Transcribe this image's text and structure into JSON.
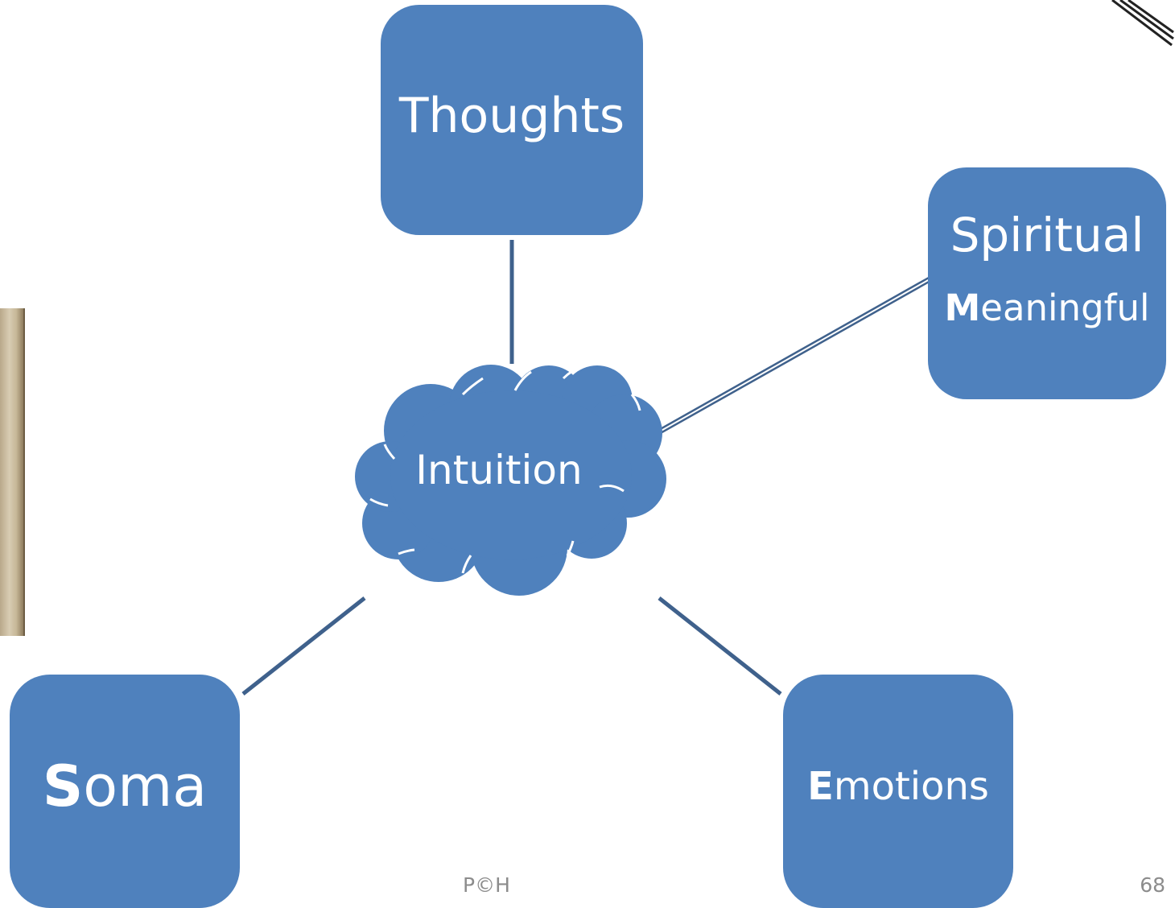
{
  "diagram": {
    "center": {
      "label": "Intuition"
    },
    "nodes": {
      "thoughts": {
        "label": "Thoughts"
      },
      "spiritual": {
        "line1": "Spiritual",
        "line2_initial": "M",
        "line2_rest": "eaningful"
      },
      "soma": {
        "initial": "S",
        "rest": "oma"
      },
      "emotions": {
        "initial": "E",
        "rest": "motions"
      }
    },
    "colors": {
      "node_fill": "#4f81bd",
      "connector": "#3f618c",
      "text": "#ffffff"
    }
  },
  "footer": {
    "center_text": "P©H",
    "page_number": "68"
  }
}
